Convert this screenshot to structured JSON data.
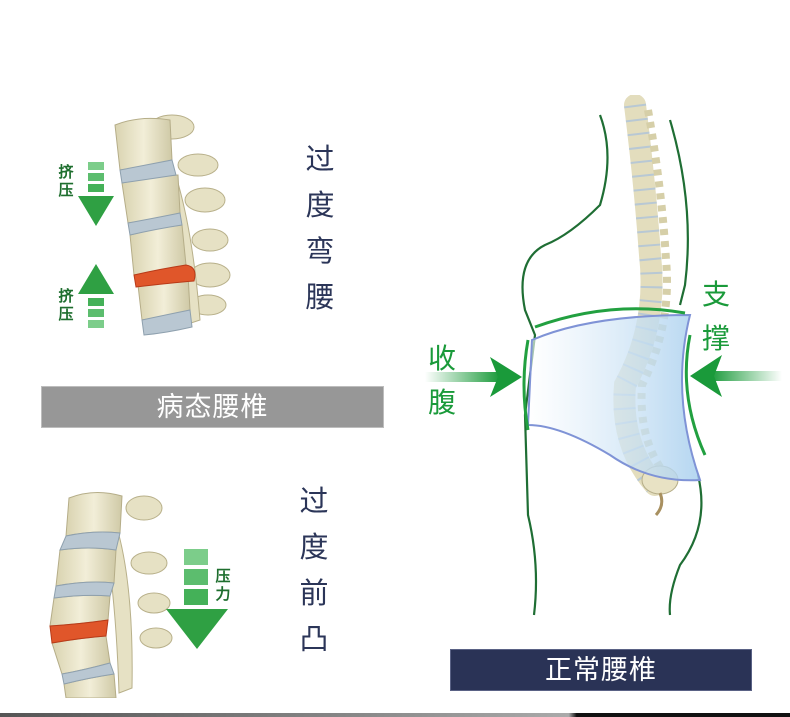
{
  "diagram": {
    "abnormal": {
      "banner": "病态腰椎",
      "case1": {
        "caption_chars": [
          "过",
          "度",
          "弯",
          "腰"
        ],
        "arrow_top_label": [
          "挤",
          "压"
        ],
        "arrow_bottom_label": [
          "挤",
          "压"
        ]
      },
      "case2": {
        "caption_chars": [
          "过",
          "度",
          "前",
          "凸"
        ],
        "arrow_label": [
          "压",
          "力"
        ]
      }
    },
    "normal": {
      "banner": "正常腰椎",
      "left_label": [
        "收",
        "腹"
      ],
      "right_label": [
        "支",
        "撑"
      ]
    },
    "colors": {
      "caption": "#2b3558",
      "green": "#1a9a3a",
      "gray_banner": "#979797",
      "navy_banner": "#2a3356",
      "disc_herniated": "#e0562a",
      "bone": "#e8e4c8",
      "disc": "#b8c8d4"
    }
  }
}
